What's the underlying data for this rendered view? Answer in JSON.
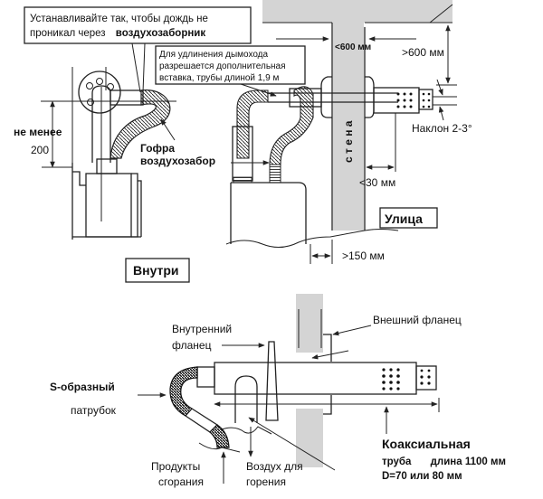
{
  "colors": {
    "wall_fill": "#d4d4d4",
    "line": "#222222",
    "background": "#ffffff"
  },
  "top_left": {
    "callout_rain": {
      "line1": "Устанавливайте так, чтобы дождь не",
      "line2_prefix": "проникал через",
      "line2_bold": "воздухозаборник"
    },
    "label_min_1": "не менее",
    "label_min_2": "200",
    "label_corrugated_1": "Гофра",
    "label_corrugated_2": "воздухозабор",
    "label_inside": "Внутри"
  },
  "top_right": {
    "callout_extension": {
      "line1": "Для удлинения дымохода",
      "line2": "разрешается дополнительная",
      "line3": "вставка, трубы  длиной 1,9 м"
    },
    "dim_wall_thickness": "<600 мм",
    "dim_height": ">600 мм",
    "label_slope": "Наклон 2-3°",
    "label_wall": "с т е н а",
    "dim_protrusion": "<30 мм",
    "label_outside": "Улица",
    "dim_clearance": ">150 мм"
  },
  "bottom": {
    "label_inner_flange_1": "Внутренний",
    "label_inner_flange_2": "фланец",
    "label_outer_flange": "Внешний фланец",
    "label_s_pipe_1": "S-образный",
    "label_s_pipe_2": "патрубок",
    "label_combustion_1": "Продукты",
    "label_combustion_2": "сгорания",
    "label_air_1": "Воздух для",
    "label_air_2": "горения",
    "label_coaxial_1": "Коаксиальная",
    "label_coaxial_2a": "труба",
    "label_coaxial_2b": "длина 1100 мм",
    "label_coaxial_3": "D=70 или 80 мм"
  }
}
